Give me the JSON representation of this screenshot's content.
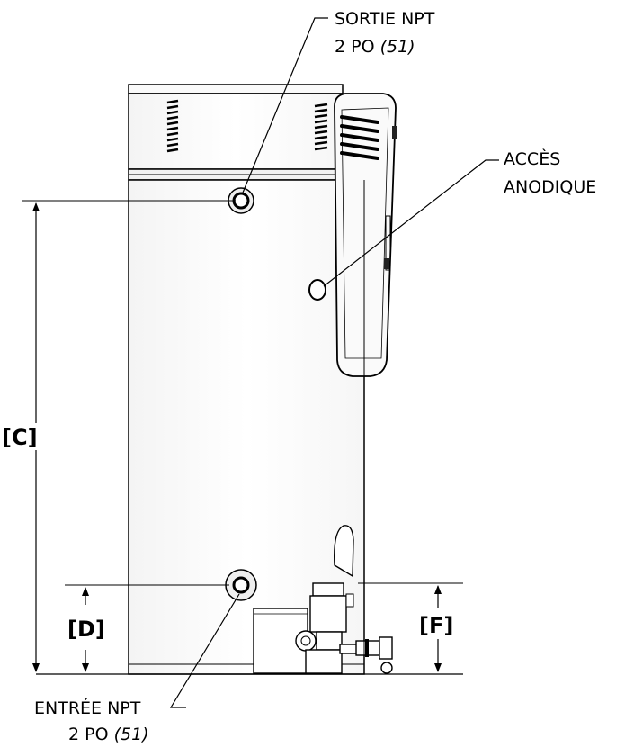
{
  "labels": {
    "outlet_line1": "SORTIE NPT",
    "outlet_line2_a": "2 PO ",
    "outlet_line2_b": "(51)",
    "anode_line1": "ACCÈS",
    "anode_line2": "ANODIQUE",
    "inlet_line1": "ENTRÉE NPT",
    "inlet_line2_a": "2 PO ",
    "inlet_line2_b": "(51)"
  },
  "dimensions": {
    "c": "[C]",
    "d": "[D]",
    "f": "[F]"
  }
}
